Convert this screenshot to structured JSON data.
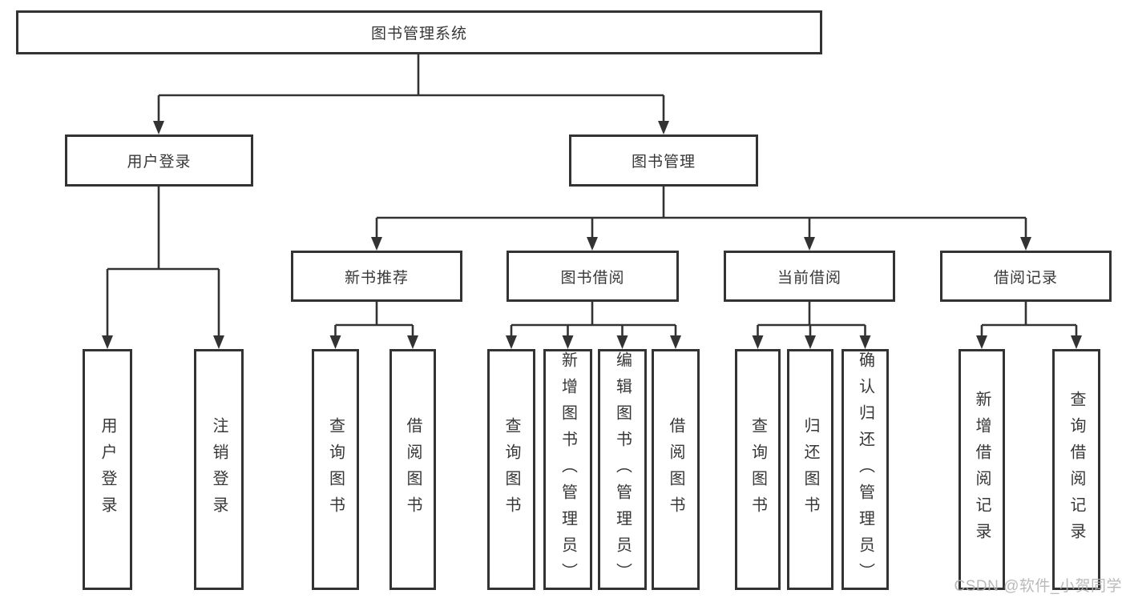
{
  "diagram": {
    "root": "图书管理系统",
    "level2": [
      {
        "label": "用户登录"
      },
      {
        "label": "图书管理"
      }
    ],
    "level3": [
      {
        "label": "新书推荐"
      },
      {
        "label": "图书借阅"
      },
      {
        "label": "当前借阅"
      },
      {
        "label": "借阅记录"
      }
    ],
    "leaves": {
      "user": [
        "用户登录",
        "注销登录"
      ],
      "newbook": [
        "查询图书",
        "借阅图书"
      ],
      "borrow": [
        "查询图书",
        "新增图书（管理员）",
        "编辑图书（管理员）",
        "借阅图书"
      ],
      "current": [
        "查询图书",
        "归还图书",
        "确认归还（管理员）"
      ],
      "record": [
        "新增借阅记录",
        "查询借阅记录"
      ]
    }
  },
  "watermark": "CSDN @软件_小贺同学",
  "colors": {
    "line": "#333333",
    "text": "#373737",
    "background": "#ffffff",
    "watermark": "#b2b2b2"
  }
}
